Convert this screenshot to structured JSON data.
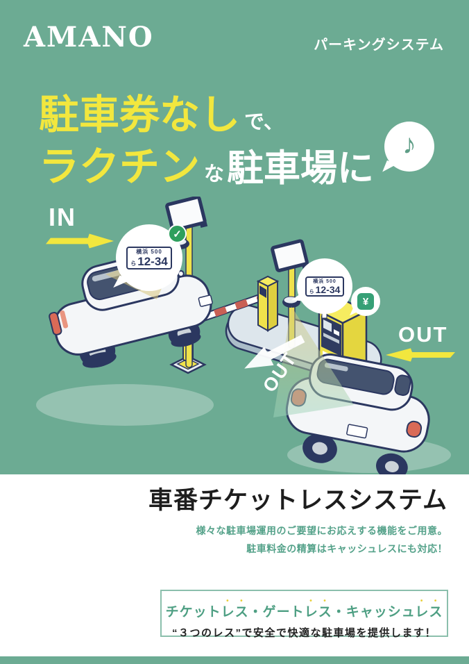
{
  "colors": {
    "background_green": "#6CAB93",
    "accent_yellow": "#F2E73E",
    "outline_navy": "#2B3760",
    "text_green": "#55A28A",
    "check_green": "#2E9F5D"
  },
  "header": {
    "brand": "AMANO",
    "product": "パーキングシステム"
  },
  "headline": {
    "line1_emphasis": "駐車券なし",
    "line1_suffix": "で、",
    "line2_emphasis": "ラクチン",
    "line2_particle": "な",
    "line2_suffix": "駐車場に"
  },
  "icons": {
    "music_note": "♪",
    "check": "✓",
    "yen": "¥"
  },
  "illustration": {
    "in_label": "IN",
    "out_label": "OUT",
    "ground_out_label": "OUT",
    "license_plate": {
      "top": "横浜 500",
      "kana": "ら",
      "number": "12-34"
    }
  },
  "main": {
    "title": "車番チケットレスシステム",
    "subtitle_line1": "様々な駐車場運用のご要望にお応えする機能をご用意。",
    "subtitle_line2": "駐車料金の精算はキャッシュレスにも対応！"
  },
  "feature_box": {
    "seg1": "チケット",
    "seg2": "レス",
    "seg3": "・ゲート",
    "seg4": "レス",
    "seg5": "・キャッシュ",
    "seg6": "レス",
    "line2": "“３つのレス”で安全で快適な駐車場を提供します！"
  }
}
